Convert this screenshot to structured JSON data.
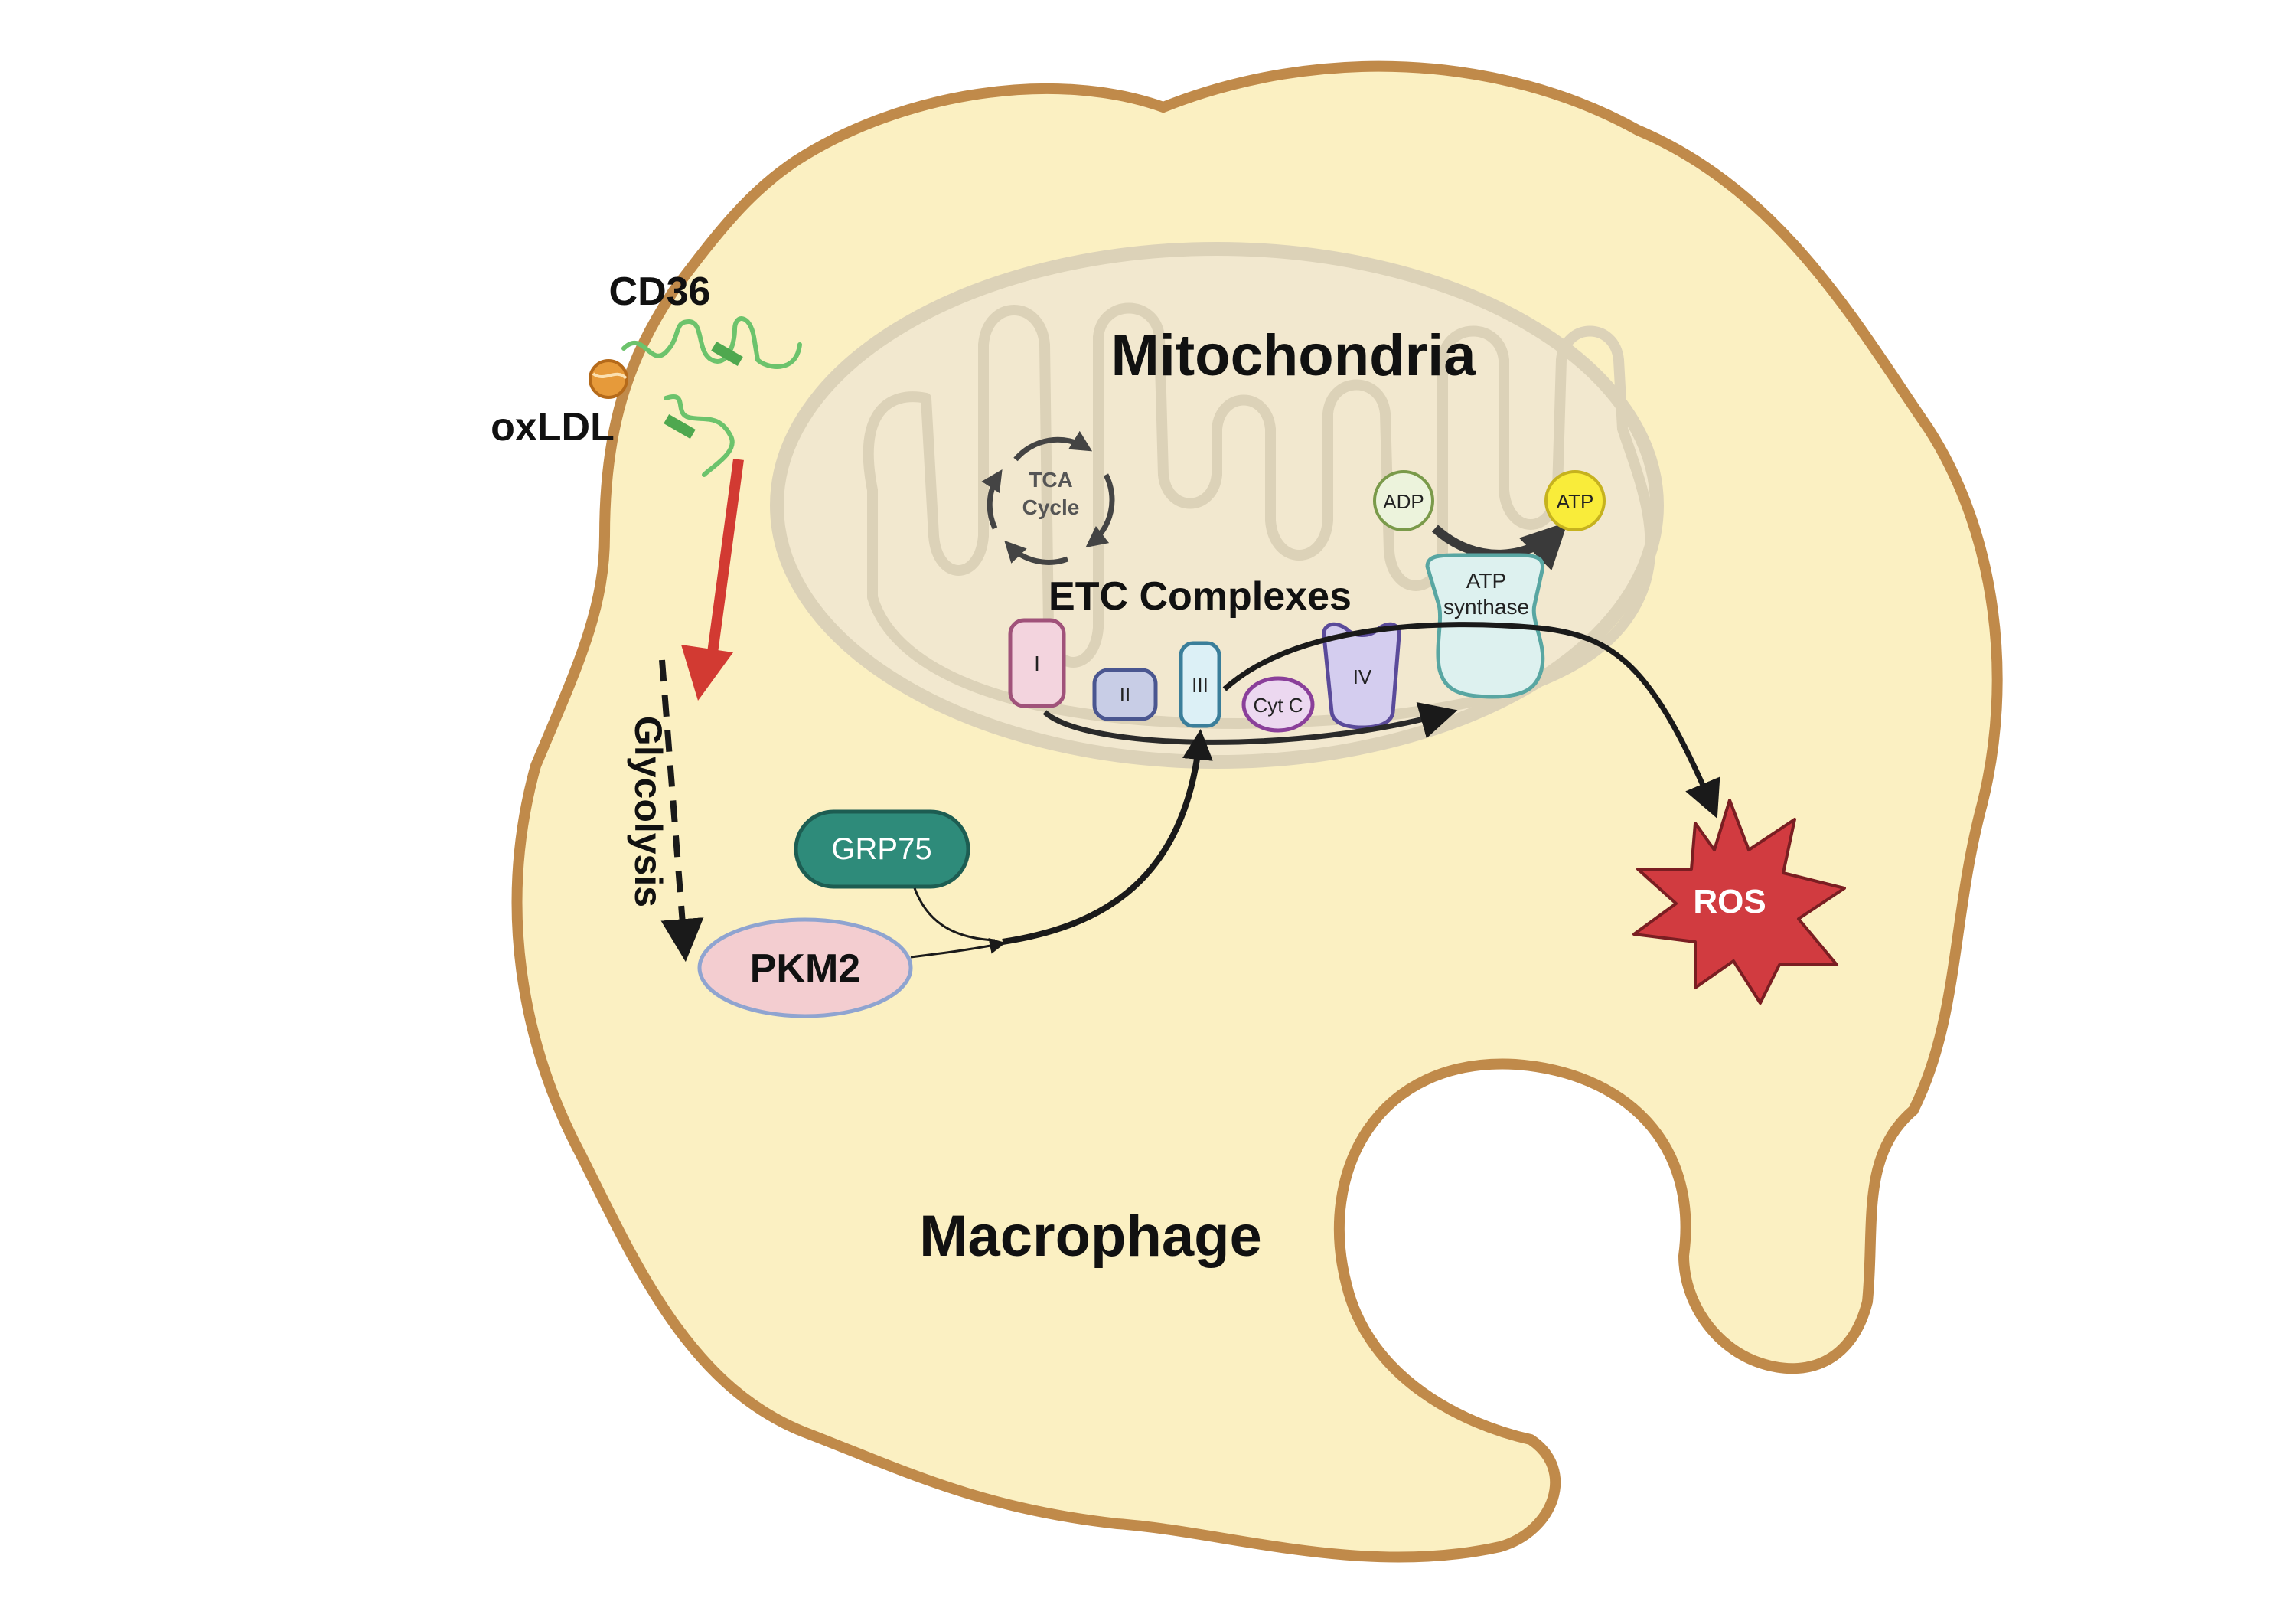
{
  "cell": {
    "label": "Macrophage"
  },
  "mitochondria": {
    "label": "Mitochondria"
  },
  "receptor": {
    "label": "CD36"
  },
  "ligand": {
    "label": "oxLDL"
  },
  "pathway": {
    "glycolysis_label": "Glycolysis"
  },
  "proteins": {
    "grp75": "GRP75",
    "pkm2": "PKM2"
  },
  "tca": {
    "line1": "TCA",
    "line2": "Cycle"
  },
  "etc": {
    "title": "ETC Complexes",
    "complex_1": "I",
    "complex_2": "II",
    "complex_3": "III",
    "cyt_c": "Cyt C",
    "complex_4": "IV",
    "atp_synthase_line1": "ATP",
    "atp_synthase_line2": "synthase"
  },
  "energy": {
    "adp": "ADP",
    "atp": "ATP"
  },
  "output": {
    "ros": "ROS"
  },
  "colors": {
    "cell_fill": "#fbf0c2",
    "cell_border": "#c08a4a",
    "mito_fill": "#f2e8cf",
    "mito_stroke": "#dcd2b8",
    "cd36": "#6cc36c",
    "signal_arrow": "#d23a32",
    "grp75": "#2e8b7a",
    "pkm2": "#f3cdd0",
    "ros": "#d13b40"
  }
}
